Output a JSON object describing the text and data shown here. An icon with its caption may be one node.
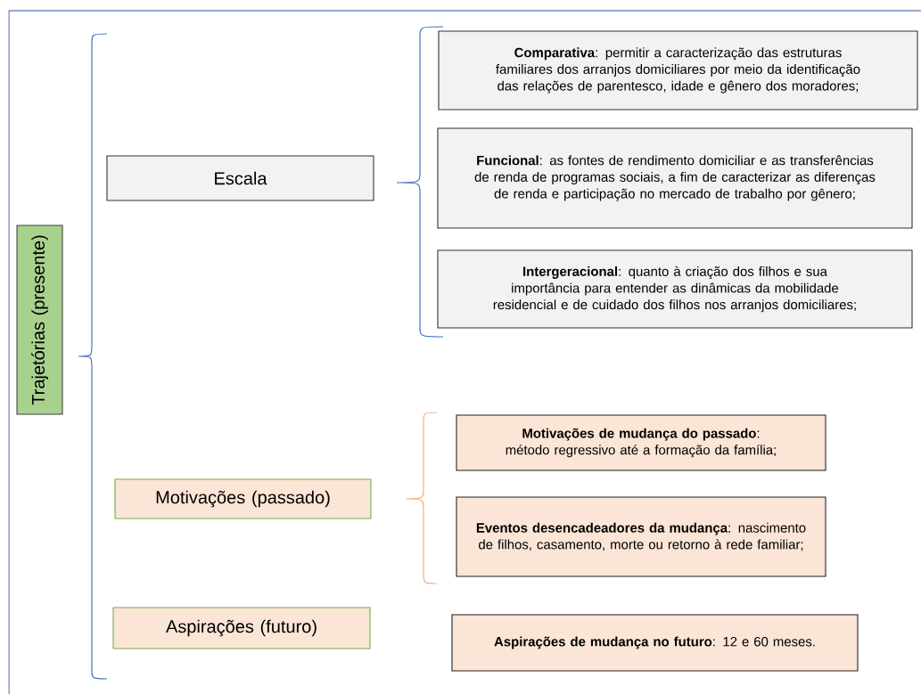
{
  "diagram": {
    "nodes": [
      {
        "text": [
          "Trajetórias (presente)"
        ]
      },
      {
        "text": [
          "Escala"
        ]
      },
      {
        "text": [
          "Motivações (passado)"
        ]
      },
      {
        "text": [
          "Aspirações (futuro)"
        ]
      },
      {
        "text": [
          "**Comparativa**: permitir a caracterização das estruturas familiares dos arranjos domiciliares por meio da identificação das relações de parentesco, idade e gênero dos moradores;"
        ]
      },
      {
        "text": [
          "**Funcional**: as fontes de rendimento domiciliar e as transferências de renda de programas sociais, a fim de caracterizar as diferenças de renda e participação no mercado de trabalho por gênero;"
        ]
      },
      {
        "text": [
          "**Intergeracional**: quanto à criação dos filhos e sua importância para entender as dinâmicas da mobilidade residencial e de cuidado dos filhos nos arranjos domiciliares;"
        ]
      },
      {
        "text": [
          "**Motivações de mudança do passado**: método regressivo até a formação da família;"
        ]
      },
      {
        "text": [
          "**Eventos desencadeadores da mudança**: nascimento de filhos, casamento, morte ou retorno à rede familiar;"
        ]
      },
      {
        "text": [
          "**Aspirações de mudança no futuro**: 12 e 60 meses."
        ]
      }
    ]
  }
}
